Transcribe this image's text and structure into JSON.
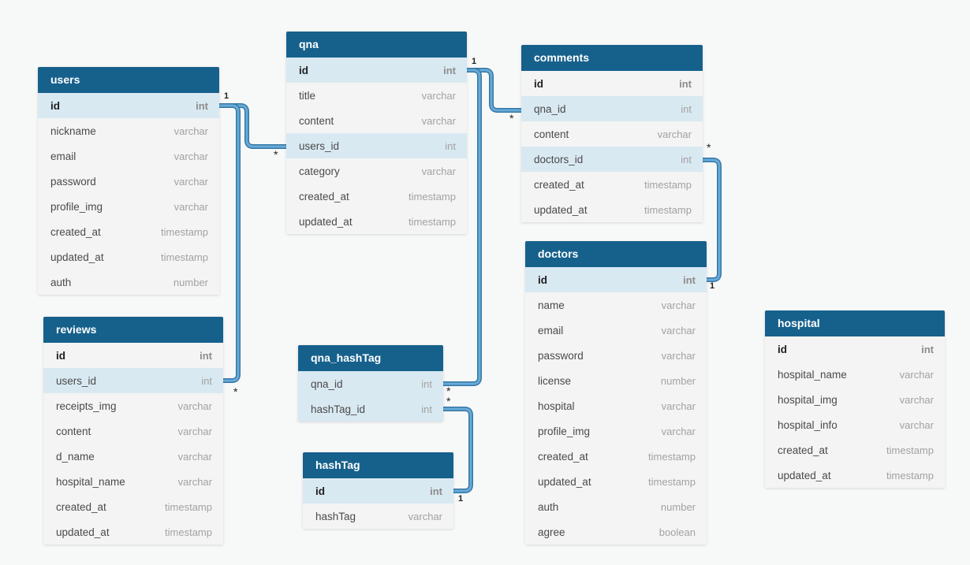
{
  "colors": {
    "canvas_bg": "#f7f8f8",
    "table_header_bg": "#16618c",
    "table_header_text": "#ffffff",
    "row_bg": "#f4f4f4",
    "row_highlight_bg": "#d9e9f2",
    "field_name_text": "#4a4a4a",
    "field_type_text": "#a2a2a2",
    "pk_text": "#1f1f1f",
    "pk_type_text": "#8c8c8c",
    "relationship_line_outer": "#3577a6",
    "relationship_line_inner": "#68abd8",
    "cardinality_text": "#222222"
  },
  "tables": [
    {
      "name": "users",
      "fields": [
        {
          "name": "id",
          "type": "int",
          "pk": true,
          "highlight": true
        },
        {
          "name": "nickname",
          "type": "varchar"
        },
        {
          "name": "email",
          "type": "varchar"
        },
        {
          "name": "password",
          "type": "varchar"
        },
        {
          "name": "profile_img",
          "type": "varchar"
        },
        {
          "name": "created_at",
          "type": "timestamp"
        },
        {
          "name": "updated_at",
          "type": "timestamp"
        },
        {
          "name": "auth",
          "type": "number"
        }
      ]
    },
    {
      "name": "qna",
      "fields": [
        {
          "name": "id",
          "type": "int",
          "pk": true,
          "highlight": true
        },
        {
          "name": "title",
          "type": "varchar"
        },
        {
          "name": "content",
          "type": "varchar"
        },
        {
          "name": "users_id",
          "type": "int",
          "highlight": true
        },
        {
          "name": "category",
          "type": "varchar"
        },
        {
          "name": "created_at",
          "type": "timestamp"
        },
        {
          "name": "updated_at",
          "type": "timestamp"
        }
      ]
    },
    {
      "name": "comments",
      "fields": [
        {
          "name": "id",
          "type": "int",
          "pk": true
        },
        {
          "name": "qna_id",
          "type": "int",
          "highlight": true
        },
        {
          "name": "content",
          "type": "varchar"
        },
        {
          "name": "doctors_id",
          "type": "int",
          "highlight": true
        },
        {
          "name": "created_at",
          "type": "timestamp"
        },
        {
          "name": "updated_at",
          "type": "timestamp"
        }
      ]
    },
    {
      "name": "doctors",
      "fields": [
        {
          "name": "id",
          "type": "int",
          "pk": true,
          "highlight": true
        },
        {
          "name": "name",
          "type": "varchar"
        },
        {
          "name": "email",
          "type": "varchar"
        },
        {
          "name": "password",
          "type": "varchar"
        },
        {
          "name": "license",
          "type": "number"
        },
        {
          "name": "hospital",
          "type": "varchar"
        },
        {
          "name": "profile_img",
          "type": "varchar"
        },
        {
          "name": "created_at",
          "type": "timestamp"
        },
        {
          "name": "updated_at",
          "type": "timestamp"
        },
        {
          "name": "auth",
          "type": "number"
        },
        {
          "name": "agree",
          "type": "boolean"
        }
      ]
    },
    {
      "name": "reviews",
      "fields": [
        {
          "name": "id",
          "type": "int",
          "pk": true
        },
        {
          "name": "users_id",
          "type": "int",
          "highlight": true
        },
        {
          "name": "receipts_img",
          "type": "varchar"
        },
        {
          "name": "content",
          "type": "varchar"
        },
        {
          "name": "d_name",
          "type": "varchar"
        },
        {
          "name": "hospital_name",
          "type": "varchar"
        },
        {
          "name": "created_at",
          "type": "timestamp"
        },
        {
          "name": "updated_at",
          "type": "timestamp"
        }
      ]
    },
    {
      "name": "qna_hashTag",
      "fields": [
        {
          "name": "qna_id",
          "type": "int",
          "highlight": true
        },
        {
          "name": "hashTag_id",
          "type": "int",
          "highlight": true
        }
      ]
    },
    {
      "name": "hashTag",
      "fields": [
        {
          "name": "id",
          "type": "int",
          "pk": true,
          "highlight": true
        },
        {
          "name": "hashTag",
          "type": "varchar"
        }
      ]
    },
    {
      "name": "hospital",
      "fields": [
        {
          "name": "id",
          "type": "int",
          "pk": true
        },
        {
          "name": "hospital_name",
          "type": "varchar"
        },
        {
          "name": "hospital_img",
          "type": "varchar"
        },
        {
          "name": "hospital_info",
          "type": "varchar"
        },
        {
          "name": "created_at",
          "type": "timestamp"
        },
        {
          "name": "updated_at",
          "type": "timestamp"
        }
      ]
    }
  ],
  "relationships": [
    {
      "from_table": "users",
      "from_field": "id",
      "to_table": "qna",
      "to_field": "users_id",
      "from_label": "1",
      "to_label": "*"
    },
    {
      "from_table": "users",
      "from_field": "id",
      "to_table": "reviews",
      "to_field": "users_id",
      "from_label": "1",
      "to_label": "*"
    },
    {
      "from_table": "qna",
      "from_field": "id",
      "to_table": "comments",
      "to_field": "qna_id",
      "from_label": "1",
      "to_label": "*"
    },
    {
      "from_table": "qna",
      "from_field": "id",
      "to_table": "qna_hashTag",
      "to_field": "qna_id",
      "from_label": "1",
      "to_label": "*"
    },
    {
      "from_table": "hashTag",
      "from_field": "id",
      "to_table": "qna_hashTag",
      "to_field": "hashTag_id",
      "from_label": "1",
      "to_label": "*"
    },
    {
      "from_table": "doctors",
      "from_field": "id",
      "to_table": "comments",
      "to_field": "doctors_id",
      "from_label": "1",
      "to_label": "*"
    }
  ]
}
